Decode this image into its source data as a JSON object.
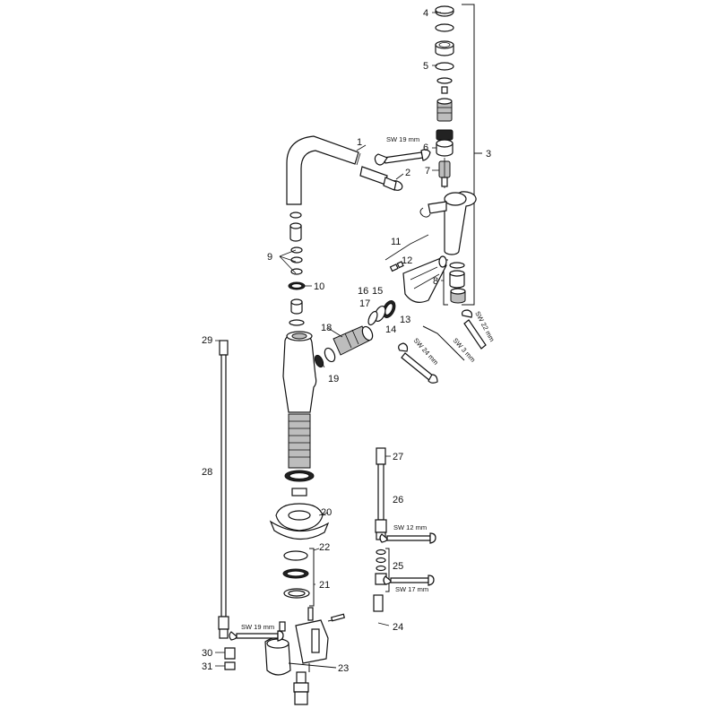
{
  "callouts": {
    "c1": "1",
    "c2": "2",
    "c3": "3",
    "c4": "4",
    "c5": "5",
    "c6": "6",
    "c7": "7",
    "c8": "8",
    "c9": "9",
    "c10": "10",
    "c11": "11",
    "c12": "12",
    "c13": "13",
    "c14": "14",
    "c15": "15",
    "c16": "16",
    "c17": "17",
    "c18": "18",
    "c19": "19",
    "c20": "20",
    "c21": "21",
    "c22": "22",
    "c23": "23",
    "c24": "24",
    "c25": "25",
    "c26": "26",
    "c27": "27",
    "c28": "28",
    "c29": "29",
    "c30": "30",
    "c31": "31"
  },
  "wrench_sizes": {
    "sw19_top": "SW 19 mm",
    "sw22": "SW 22 mm",
    "sw24": "SW 24 mm",
    "sw3": "SW 3 mm",
    "sw12": "SW 12 mm",
    "sw17": "SW 17 mm",
    "sw19_bottom": "SW 19 mm"
  },
  "colors": {
    "line": "#111111",
    "background": "#ffffff",
    "shade": "#bdbdbd"
  }
}
